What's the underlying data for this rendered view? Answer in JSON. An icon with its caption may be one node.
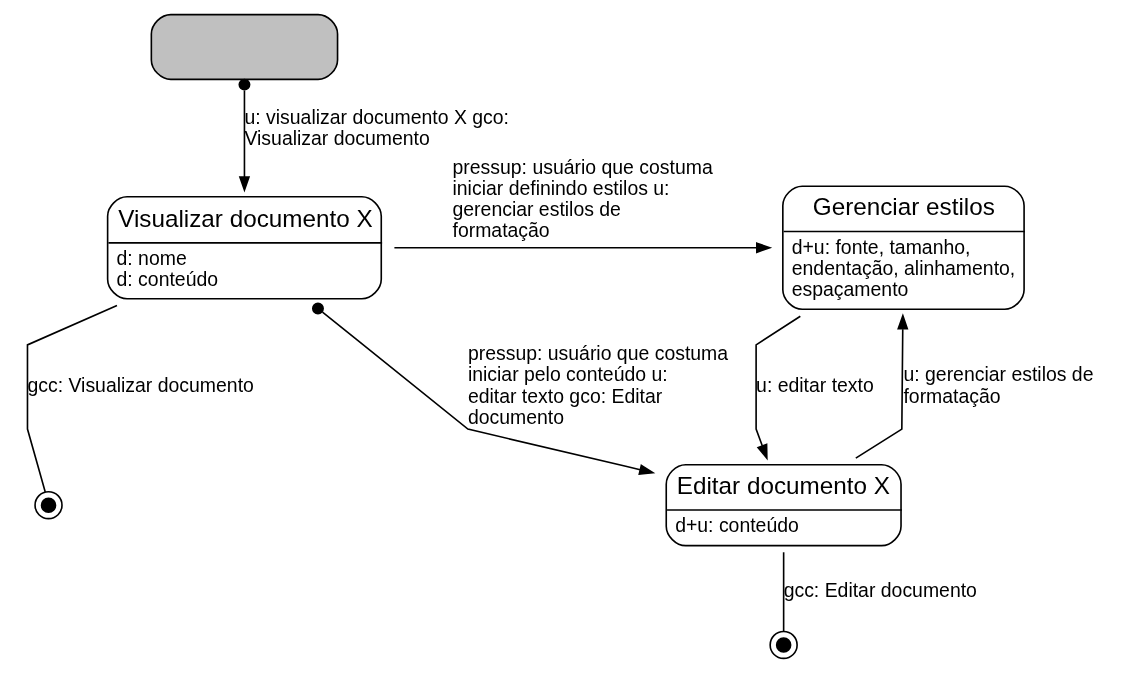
{
  "diagram": {
    "nodes": [
      {
        "text": [],
        "shape": "box"
      },
      {
        "text": [
          "Visualizar documento X",
          "d: nome",
          "d: conteúdo"
        ]
      },
      {
        "text": [
          "Gerenciar estilos",
          "d+u: fonte, tamanho, endentação, alinhamento, espaçamento"
        ]
      },
      {
        "text": [],
        "shape": "circle"
      },
      {
        "text": [
          "Editar documento X",
          "d+u: conteúdo"
        ]
      },
      {
        "text": [],
        "shape": "circle"
      }
    ],
    "edges": [
      {
        "from": 0,
        "to": 1,
        "arrow": "to",
        "label": "u: visualizar documento X gco: Visualizar documento"
      },
      {
        "from": 1,
        "to": 2,
        "arrow": "to",
        "label": "pressup: usuário que costuma iniciar definindo estilos u: gerenciar estilos de formatação"
      },
      {
        "from": 1,
        "to": 3,
        "arrow": "none",
        "label": "gcc: Visualizar documento"
      },
      {
        "from": 1,
        "to": 4,
        "arrow": "to",
        "label": "pressup: usuário que costuma iniciar pelo conteúdo u: editar texto gco: Editar documento"
      },
      {
        "from": 4,
        "to": 2,
        "arrow": "to",
        "label": "u: gerenciar estilos de formatação"
      },
      {
        "from": 2,
        "to": 4,
        "arrow": "to",
        "label": "u: editar texto"
      },
      {
        "from": 4,
        "to": 5,
        "arrow": "none",
        "label": "gcc: Editar documento"
      }
    ]
  }
}
